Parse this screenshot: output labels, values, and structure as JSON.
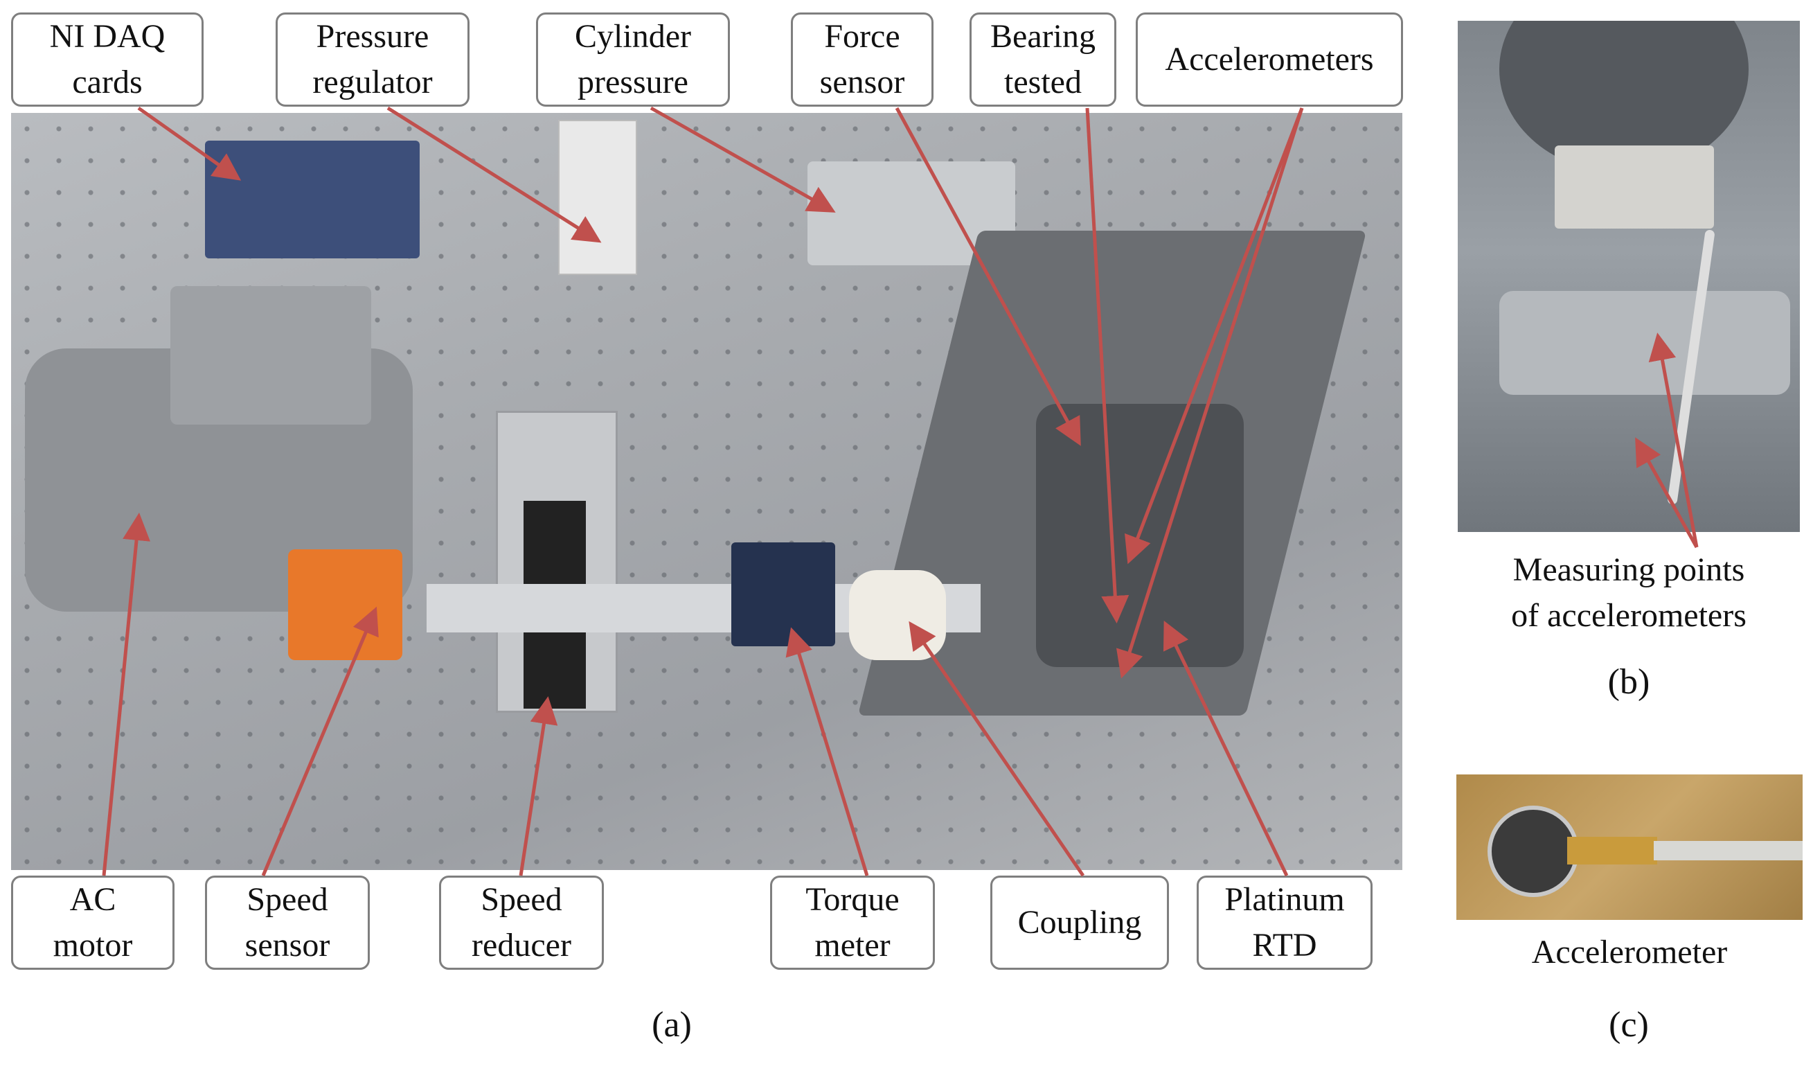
{
  "panel_a": {
    "caption": "(a)",
    "labels_top": {
      "daq": "NI DAQ\ncards",
      "pressure_regulator": "Pressure\nregulator",
      "cylinder_pressure": "Cylinder\npressure",
      "force_sensor": "Force\nsensor",
      "bearing_tested": "Bearing\ntested",
      "accelerometers": "Accelerometers"
    },
    "labels_bottom": {
      "ac_motor": "AC\nmotor",
      "speed_sensor": "Speed\nsensor",
      "speed_reducer": "Speed\nreducer",
      "torque_meter": "Torque\nmeter",
      "coupling": "Coupling",
      "platinum_rtd": "Platinum\nRTD"
    }
  },
  "panel_b": {
    "caption": "(b)",
    "note": "Measuring points\nof accelerometers"
  },
  "panel_c": {
    "caption": "(c)",
    "note": "Accelerometer"
  },
  "colors": {
    "arrow": "#c0504d",
    "box_border": "#7f7f7f",
    "motor_orange": "#e8782a",
    "background": "#ffffff"
  }
}
